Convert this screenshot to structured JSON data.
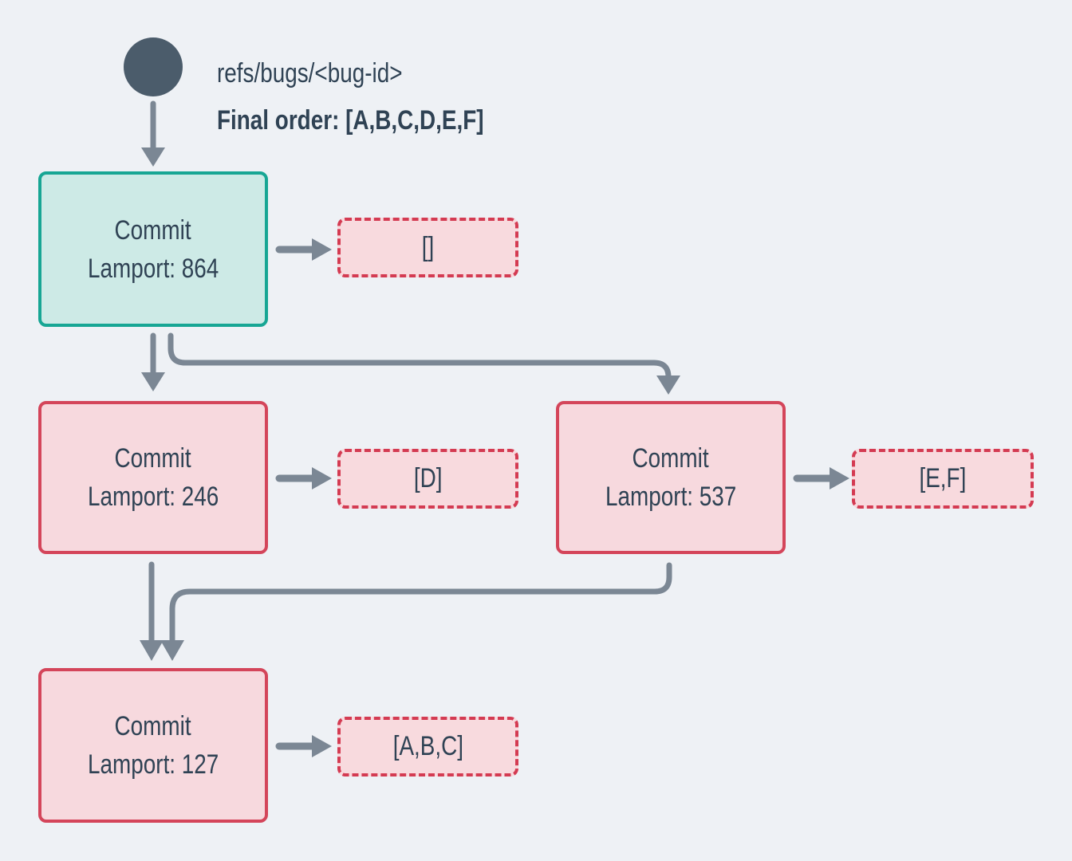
{
  "colors": {
    "background": "#eef1f5",
    "text": "#2f4254",
    "circle": "#4b5c6b",
    "arrow": "#7b8794",
    "teal_border": "#17a694",
    "teal_fill": "#cdeae6",
    "pink_border": "#d4455a",
    "pink_fill": "#f7d9de",
    "dashed_border": "#d43b52",
    "dashed_fill": "#f8dade"
  },
  "header": {
    "ref_label": "refs/bugs/<bug-id>",
    "final_order": "Final order: [A,B,C,D,E,F]"
  },
  "nodes": [
    {
      "title": "Commit",
      "lamport": "Lamport: 864",
      "variant": "teal"
    },
    {
      "title": "Commit",
      "lamport": "Lamport: 246",
      "variant": "pink"
    },
    {
      "title": "Commit",
      "lamport": "Lamport: 537",
      "variant": "pink"
    },
    {
      "title": "Commit",
      "lamport": "Lamport: 127",
      "variant": "pink"
    }
  ],
  "payloads": [
    {
      "label": "[]"
    },
    {
      "label": "[D]"
    },
    {
      "label": "[E,F]"
    },
    {
      "label": "[A,B,C]"
    }
  ]
}
